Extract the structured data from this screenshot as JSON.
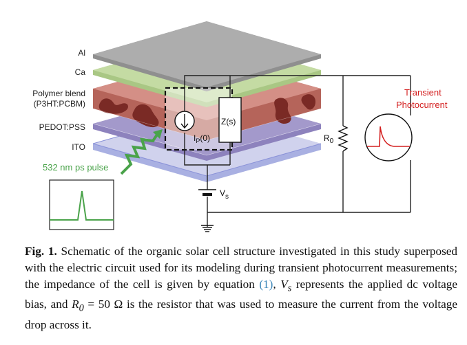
{
  "figure": {
    "layer_labels": {
      "al": "Al",
      "ca": "Ca",
      "polymer_line1": "Polymer blend",
      "polymer_line2": "(P3HT:PCBM)",
      "pedot": "PEDOT:PSS",
      "ito": "ITO"
    },
    "pulse_label": "532 nm ps pulse",
    "transient_label_line1": "Transient",
    "transient_label_line2": "Photocurrent",
    "circuit": {
      "current_source": "I",
      "current_source_sub": "P",
      "current_source_arg": "(0)",
      "impedance": "Z(s)",
      "resistor": "R",
      "resistor_sub": "0",
      "voltage": "V",
      "voltage_sub": "s"
    },
    "colors": {
      "al": "#acacac",
      "ca": "#bcd59a",
      "polymer": "#b5645a",
      "polymer_dark": "#7a2a25",
      "pedot": "#9c92c4",
      "ito": "#b7bde8",
      "pulse": "#4aa34a",
      "transient": "#d42020",
      "link": "#3b86b8"
    }
  },
  "caption": {
    "fig_label": "Fig. 1.",
    "part1": " Schematic of the organic solar cell structure investigated in this study superposed with the electric circuit used for its modeling during transient photocurrent measurements; the impedance of the cell is given by equation ",
    "ref": "(1)",
    "part2": ", ",
    "vs": "V",
    "vs_sub": "s",
    "part3": " represents the applied dc voltage bias, and ",
    "r0": "R",
    "r0_sub": "0",
    "part4": " = 50 Ω is the resistor that was used to measure the current from the voltage drop across it."
  }
}
